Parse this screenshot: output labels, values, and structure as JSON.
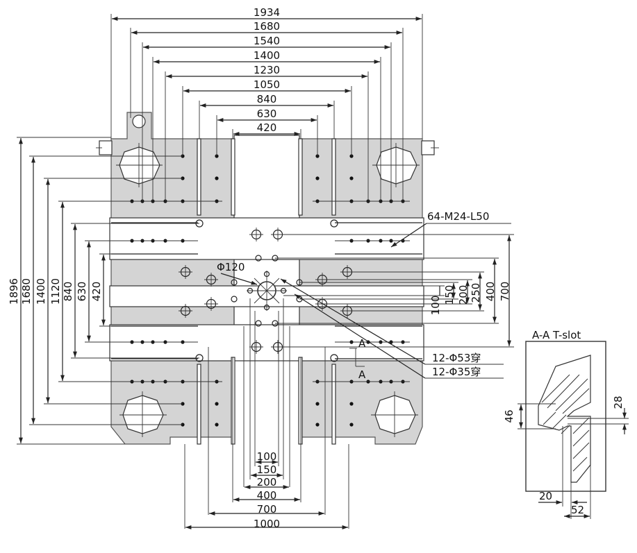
{
  "widths_top": [
    "1934",
    "1680",
    "1540",
    "1400",
    "1230",
    "1050",
    "840",
    "630",
    "420"
  ],
  "heights_left": [
    "1896",
    "1680",
    "1400",
    "1120",
    "840",
    "630",
    "420"
  ],
  "heights_right": [
    "100",
    "150",
    "200",
    "250",
    "400",
    "700"
  ],
  "widths_bottom": [
    "100",
    "150",
    "200",
    "400",
    "700",
    "1000"
  ],
  "labels": {
    "threaded_holes": "64-M24-L50",
    "center_hole": "Φ120",
    "through_holes_large": "12-Φ53穿",
    "through_holes_small": "12-Φ35穿",
    "section_mark": "A"
  },
  "section_detail": {
    "title": "A-A T-slot",
    "dim_height_large": "46",
    "dim_height_small": "28",
    "dim_width_small": "20",
    "dim_width_large": "52"
  }
}
